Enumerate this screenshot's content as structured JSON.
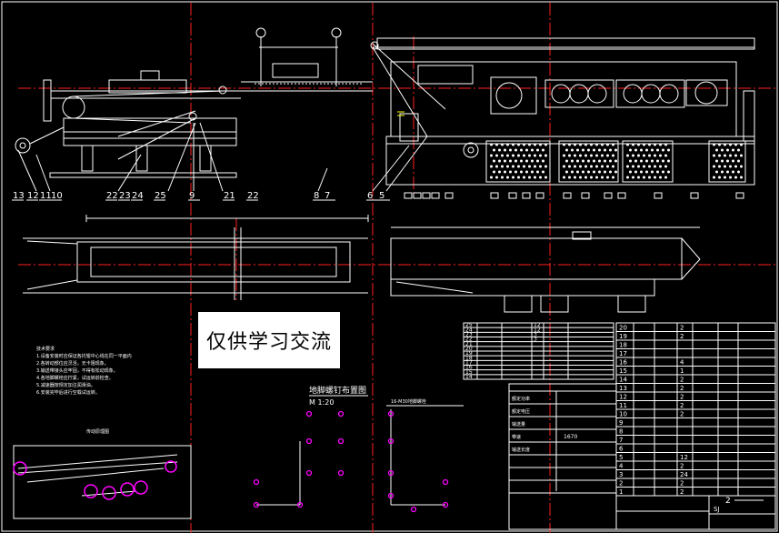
{
  "watermark": "仅供学习交流",
  "callouts_top": [
    "13",
    "12",
    "11",
    "10",
    "22",
    "23",
    "24",
    "25",
    "9",
    "21",
    "22",
    "8",
    "7",
    "6",
    "5"
  ],
  "bolt_layout": {
    "title": "地脚螺钉布置图",
    "scale": "M 1:20",
    "note": "16-M30地脚螺栓"
  },
  "parts_table_left": {
    "rows": [
      {
        "no": "25"
      },
      {
        "no": "24"
      },
      {
        "no": "23"
      },
      {
        "no": "22"
      },
      {
        "no": "21"
      },
      {
        "no": "20"
      },
      {
        "no": "19"
      },
      {
        "no": "18"
      },
      {
        "no": "17"
      },
      {
        "no": "16"
      },
      {
        "no": "15"
      },
      {
        "no": "14"
      }
    ],
    "qty": [
      "12",
      "12",
      "3",
      "3",
      "",
      "",
      "",
      "",
      "",
      "",
      "",
      ""
    ]
  },
  "parts_table_right": {
    "rows": [
      "20",
      "19",
      "18",
      "17",
      "16",
      "15",
      "14",
      "13",
      "12",
      "11",
      "10",
      "9",
      "8",
      "7",
      "6",
      "5",
      "4",
      "3",
      "2",
      "1"
    ],
    "qty": [
      "2",
      "2",
      "",
      "",
      "4",
      "1",
      "2",
      "2",
      "2",
      "2",
      "2",
      "",
      "",
      "",
      "",
      "12",
      "2",
      "24",
      "2",
      "2"
    ]
  },
  "spec_table": {
    "rows": [
      {
        "label": "额定功率",
        "value": ""
      },
      {
        "label": "额定电压",
        "value": ""
      },
      {
        "label": "输送量",
        "value": ""
      },
      {
        "label": "带速",
        "value": "1670"
      },
      {
        "label": "输送长度",
        "value": ""
      },
      {
        "label": "",
        "value": ""
      },
      {
        "label": "",
        "value": ""
      },
      {
        "label": "",
        "value": ""
      }
    ]
  },
  "title_block": {
    "drawing_no": "SJ",
    "sheet": "2"
  },
  "colors": {
    "background": "#000000",
    "line": "#ffffff",
    "center_line": "#ff0000",
    "accent": "#ff00ff",
    "yellow": "#ffff00"
  }
}
